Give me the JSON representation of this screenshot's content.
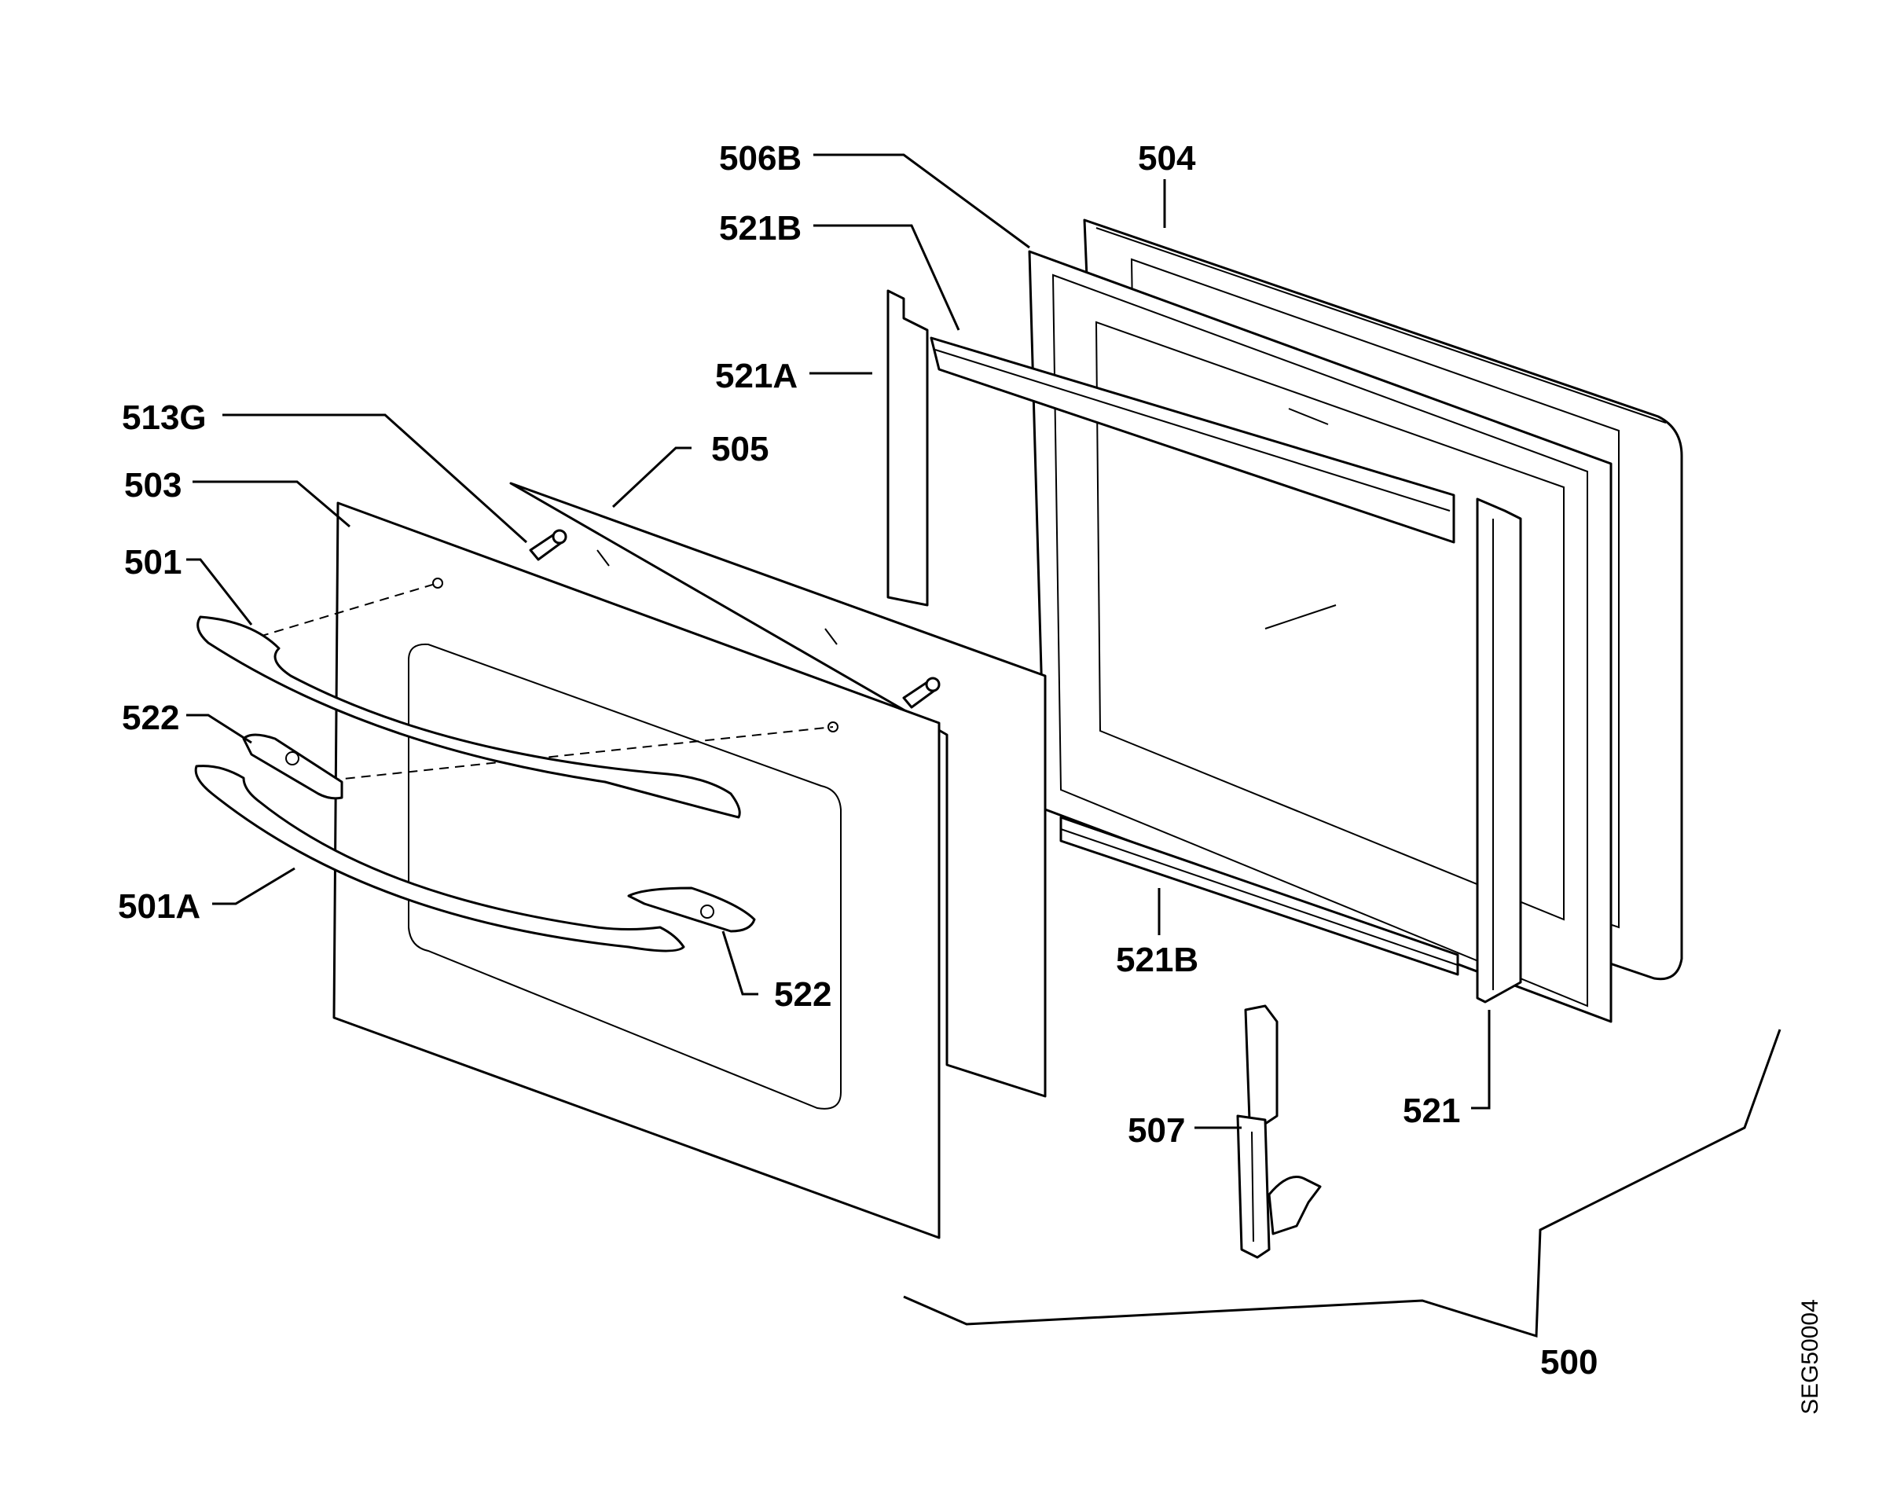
{
  "labels": {
    "l506B": "506B",
    "l504": "504",
    "l521B_top": "521B",
    "l521A": "521A",
    "l513G": "513G",
    "l505": "505",
    "l503": "503",
    "l501": "501",
    "l522_left": "522",
    "l501A": "501A",
    "l522_right": "522",
    "l521B_bottom": "521B",
    "l521": "521",
    "l507": "507",
    "l500": "500"
  },
  "drawing_code": "SEG50004"
}
